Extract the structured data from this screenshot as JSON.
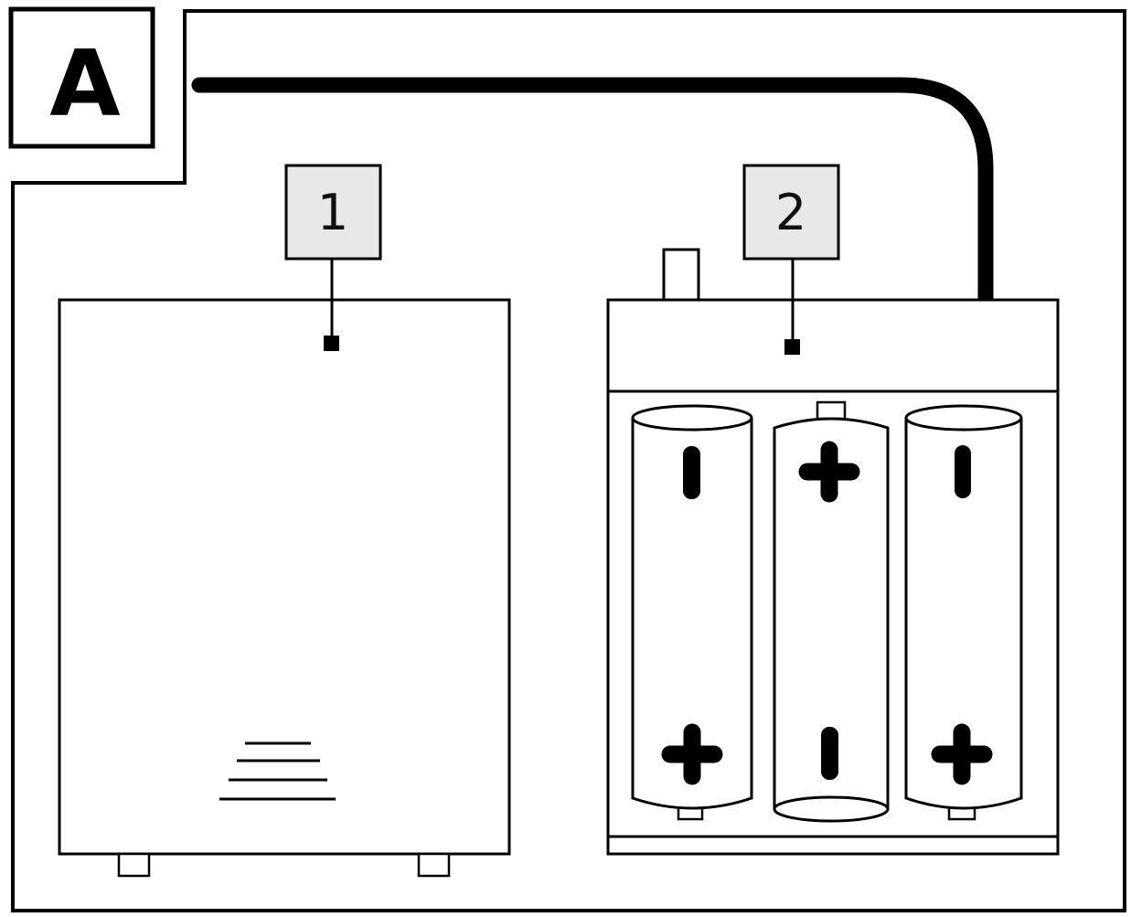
{
  "figure": {
    "panel_label": "A",
    "callouts": [
      {
        "number": "1"
      },
      {
        "number": "2"
      }
    ]
  },
  "batteries": {
    "count": 3,
    "top_terminals": [
      "minus",
      "plus",
      "minus"
    ],
    "bottom_terminals": [
      "plus",
      "minus",
      "plus"
    ]
  },
  "colors": {
    "stroke": "#000000",
    "callout_fill": "#e8e8e8",
    "background": "#ffffff"
  }
}
